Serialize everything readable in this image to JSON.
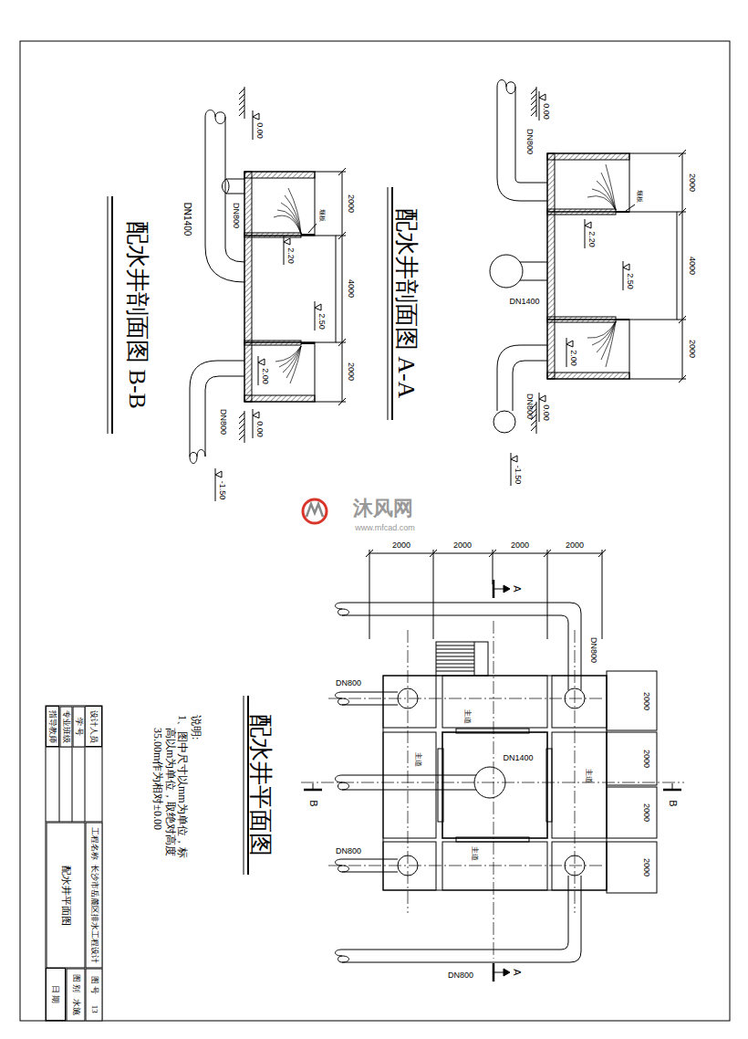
{
  "diagram": {
    "nodes": [
      {
        "text": [
          "设计人员"
        ]
      },
      {
        "text": [
          "学 号"
        ]
      },
      {
        "text": [
          "专业班级"
        ]
      },
      {
        "text": [
          "指导教师"
        ]
      },
      {
        "text": [
          "工程名称",
          "长沙市岳麓区排水工程设计"
        ]
      },
      {
        "text": [
          "配水井平面图"
        ]
      },
      {
        "text": [
          "图 号",
          "13"
        ]
      },
      {
        "text": [
          "图 别",
          "水施"
        ]
      },
      {
        "text": [
          "日 期"
        ]
      }
    ],
    "labels": [
      "配水井剖面图 B-B",
      "DN1400",
      "DN800",
      "堰板",
      "2.20",
      "2.50",
      "2000",
      "4000",
      "2000",
      "2.00",
      "0.00",
      "0.00",
      "DN800",
      "-1.50",
      "配水井剖面图 A-A",
      "DN800",
      "0.00",
      "堰板",
      "2.20",
      "2.50",
      "2.00",
      "2000",
      "4000",
      "2000",
      "DN1400",
      "DN800",
      "0.00",
      "-1.50",
      "配水井平面图",
      "2000",
      "2000",
      "2000",
      "2000",
      "DN800",
      "DN800",
      "DN800",
      "DN1400",
      "DN800",
      "主道",
      "主道",
      "主道",
      "主道",
      "2000",
      "2000",
      "2000",
      "2000",
      "A",
      "A",
      "B",
      "B",
      "说明:",
      "1、图中尺寸以mm为单位，标",
      "高以m为单位，取绝对高度",
      "35.00m作为相对±0.00",
      "沐风网",
      "www.mfcad.com"
    ]
  }
}
